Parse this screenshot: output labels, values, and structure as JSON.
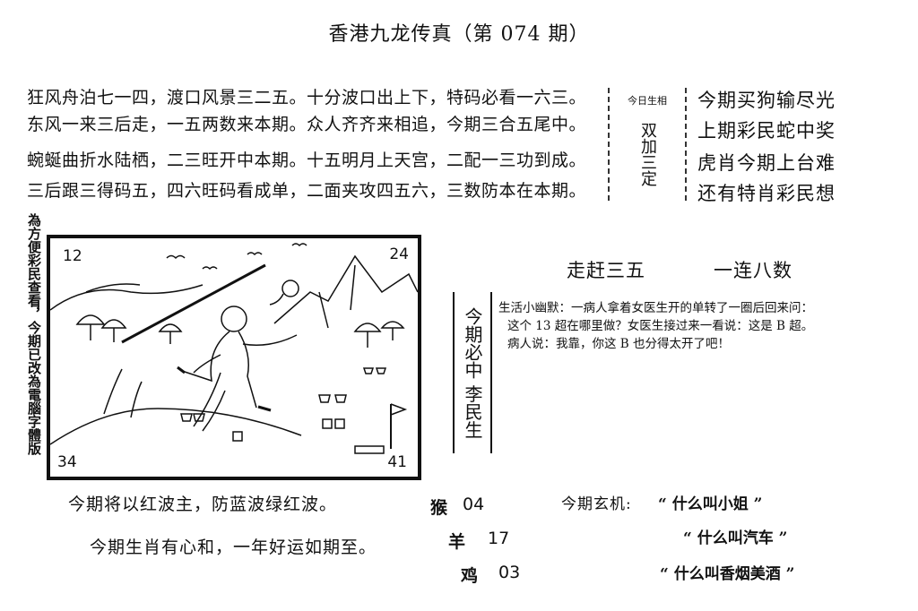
{
  "title": "香港九龙传真（第 074 期）",
  "poem": [
    "狂风舟泊七一四，渡口风景三二五。十分波口出上下，特码必看一六三。",
    "东风一来三后走，一五两数来本期。众人齐齐来相追，今期三合五尾中。",
    "蜿蜒曲折水陆栖，二三旺开中本期。十五明月上天宫，二配一三功到成。",
    "三后跟三得码五，四六旺码看成单，二面夹攻四五六，三数防本在本期。"
  ],
  "box": {
    "header": "今日生相",
    "text": "双加三定"
  },
  "side_lines": [
    "今期买狗输尽光",
    "上期彩民蛇中奖",
    "虎肖今期上台难",
    "还有特肖彩民想"
  ],
  "left_vertical": "為方便彩民查看，今期已改為電腦字體版",
  "corners": {
    "tl": "12",
    "tr": "24",
    "bl": "34",
    "br": "41"
  },
  "headline_left": "走赶三五",
  "headline_right": "一连八数",
  "vertical_box": "今期必中 李民生",
  "humor": [
    "生活小幽默：一病人拿着女医生开的单转了一圈后回来问：",
    "这个 13 超在哪里做？女医生接过来一看说：这是 B 超。",
    "病人说：我靠，你这 B 也分得太开了吧！"
  ],
  "bottom1": "今期将以红波主，防蓝波绿红波。",
  "bottom2": "今期生肖有心和，一年好运如期至。",
  "zodiac": [
    {
      "animal": "猴",
      "num": "04"
    },
    {
      "animal": "羊",
      "num": "17"
    },
    {
      "animal": "鸡",
      "num": "03"
    }
  ],
  "xuanji_label": "今期玄机:",
  "xuanji": [
    "“ 什么叫小姐 ”",
    "“ 什么叫汽车 ”",
    "“ 什么叫香烟美酒 ”"
  ]
}
